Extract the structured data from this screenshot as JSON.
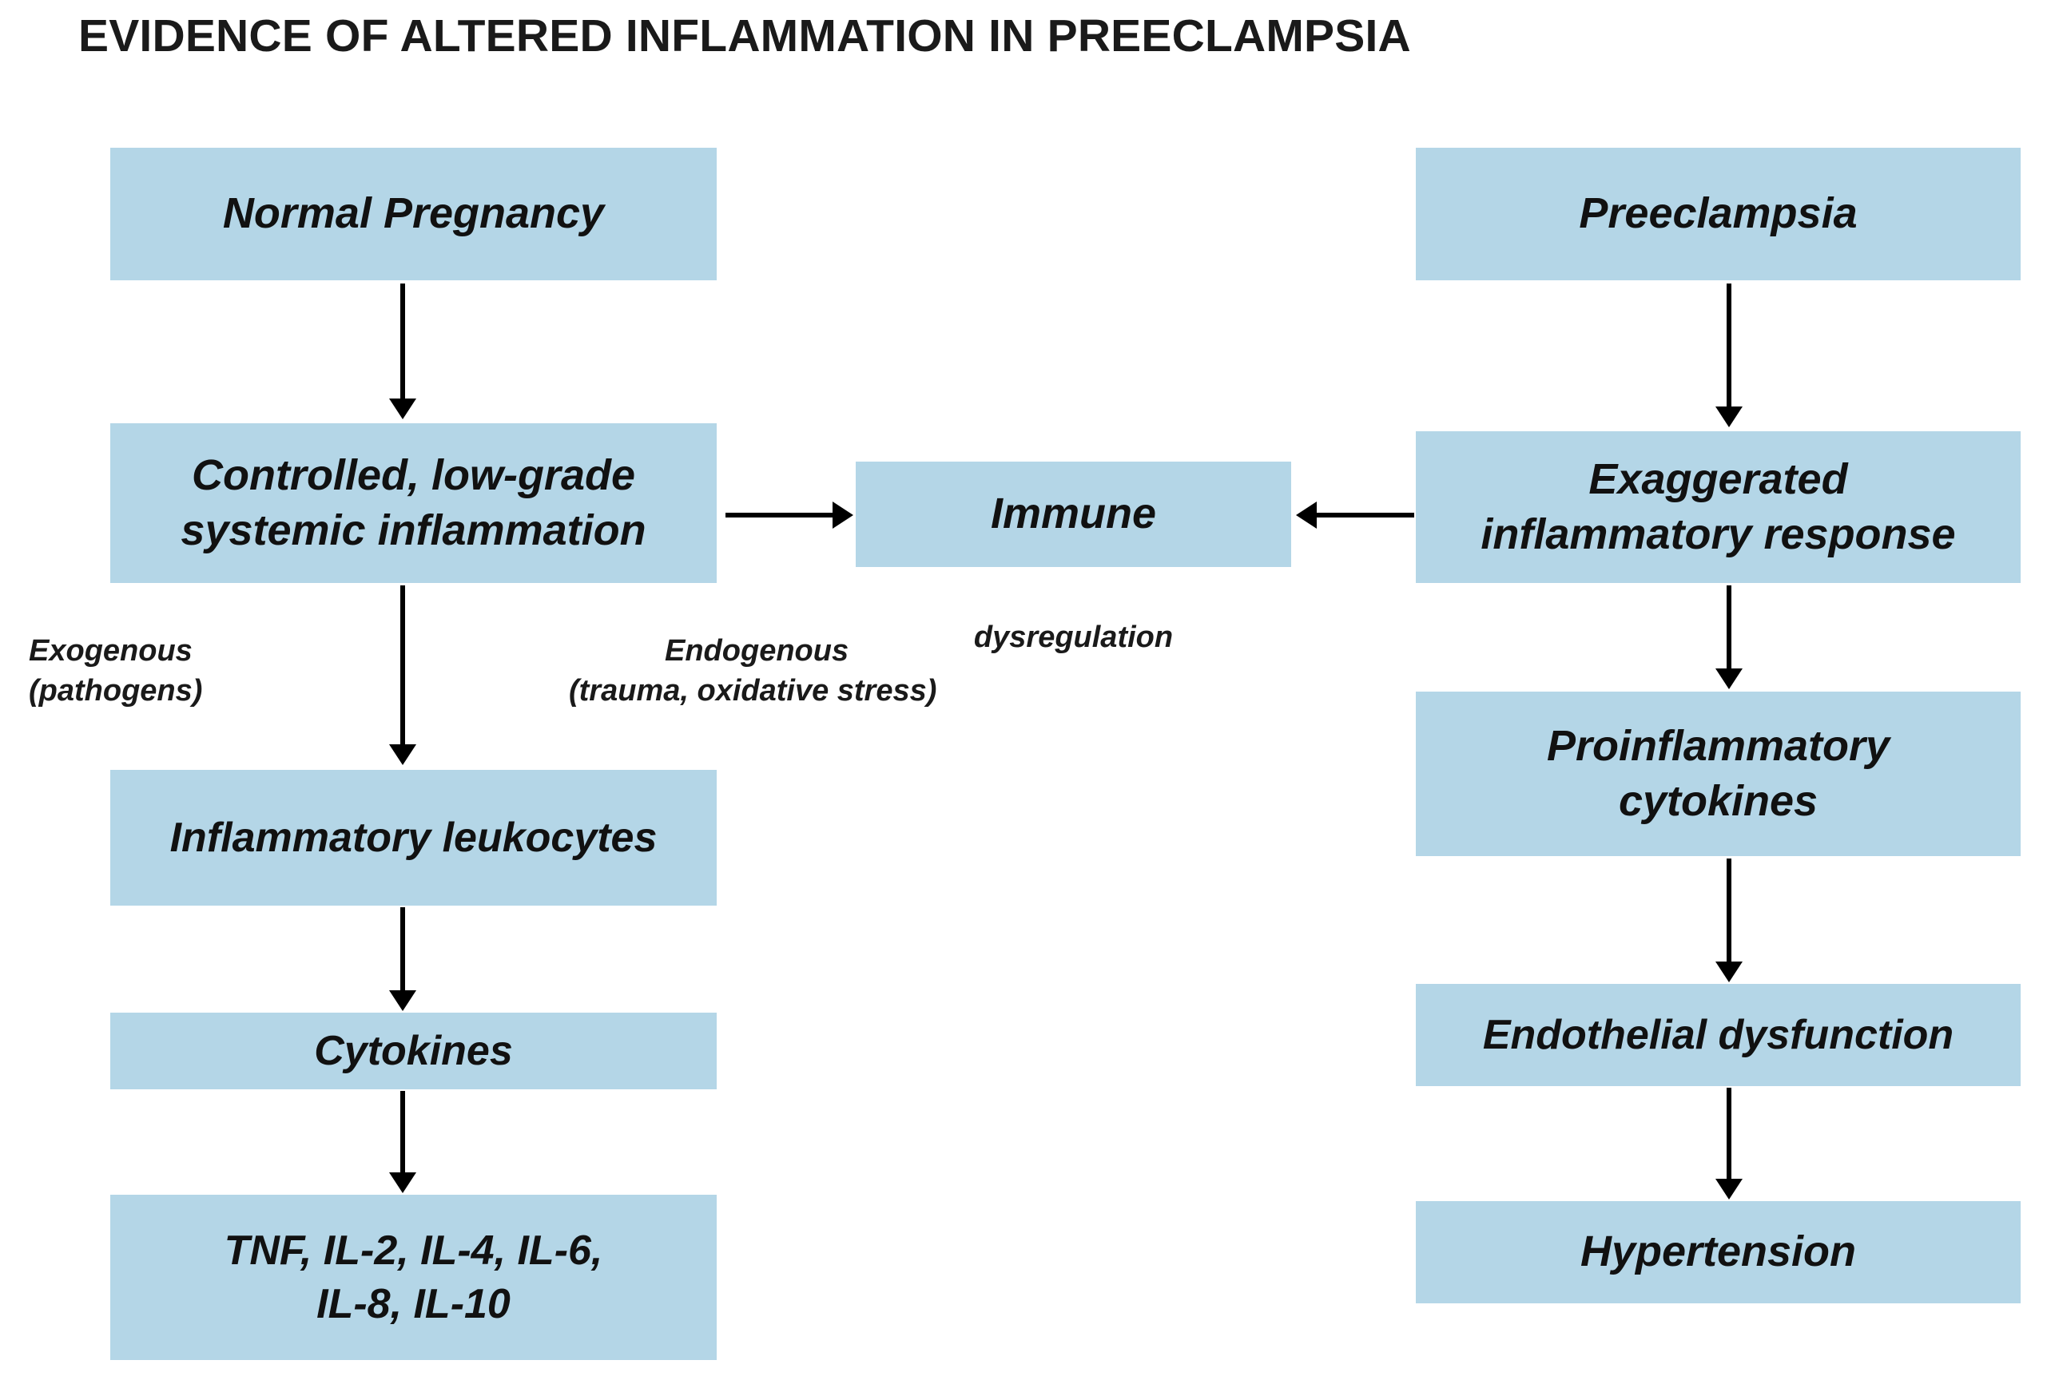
{
  "title": "EVIDENCE OF ALTERED INFLAMMATION IN PREECLAMPSIA",
  "colors": {
    "box_fill": "#b4d6e7",
    "text": "#111111",
    "arrow": "#000000",
    "background": "#ffffff"
  },
  "left_column": {
    "boxes": [
      {
        "id": "normal-pregnancy",
        "label": "Normal Pregnancy"
      },
      {
        "id": "controlled-inflammation",
        "line1": "Controlled, low-grade",
        "line2": "systemic inflammation"
      },
      {
        "id": "inflammatory-leukocytes",
        "label": "Inflammatory leukocytes"
      },
      {
        "id": "cytokines",
        "label": "Cytokines"
      },
      {
        "id": "cytokine-list",
        "line1": "TNF, IL-2, IL-4, IL-6,",
        "line2": "IL-8, IL-10"
      }
    ]
  },
  "center": {
    "box_label": "Immune",
    "caption": "dysregulation"
  },
  "right_column": {
    "boxes": [
      {
        "id": "preeclampsia",
        "label": "Preeclampsia"
      },
      {
        "id": "exaggerated-response",
        "line1": "Exaggerated",
        "line2": "inflammatory response"
      },
      {
        "id": "proinflammatory-cytokines",
        "line1": "Proinflammatory",
        "line2": "cytokines"
      },
      {
        "id": "endothelial-dysfunction",
        "label": "Endothelial dysfunction"
      },
      {
        "id": "hypertension",
        "label": "Hypertension"
      }
    ]
  },
  "annotations": [
    {
      "id": "exogenous",
      "line1": "Exogenous",
      "line2": "(pathogens)"
    },
    {
      "id": "endogenous",
      "line1": "Endogenous",
      "line2": "(trauma, oxidative stress)"
    }
  ]
}
